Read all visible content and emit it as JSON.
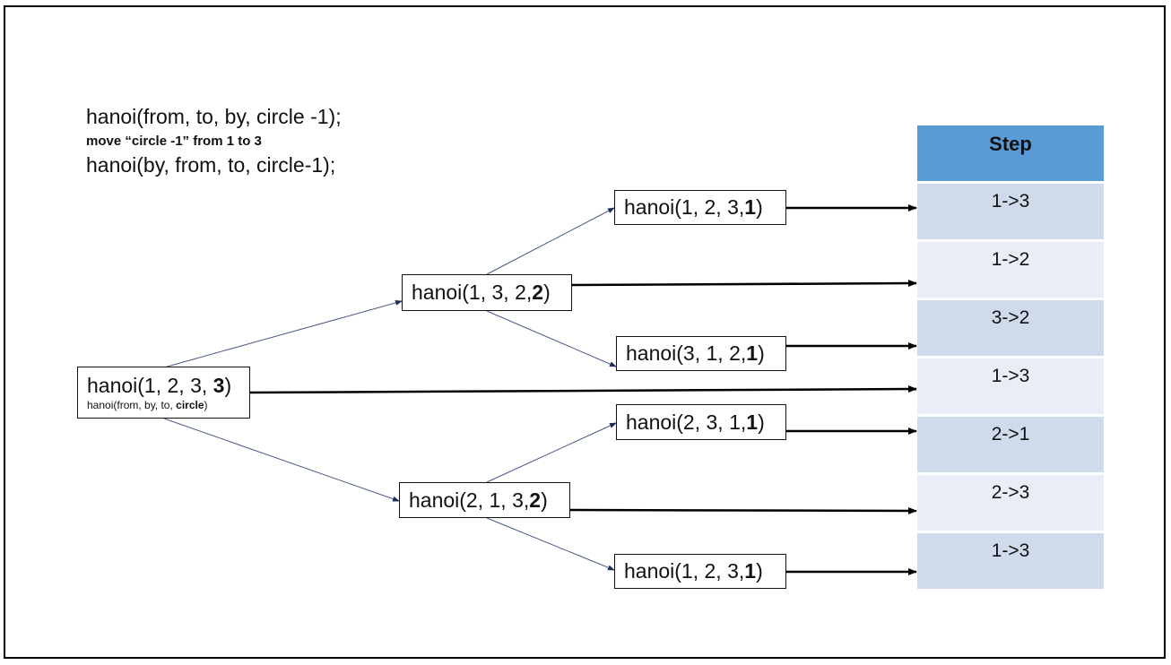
{
  "pseudocode": {
    "line1": "hanoi(from, to, by, circle -1);",
    "line2": "move “circle -1” from 1 to 3",
    "line3": "hanoi(by, from, to, circle-1);"
  },
  "root": {
    "call_prefix": "hanoi(1, 2, 3, ",
    "call_n": "3",
    "call_suffix": ")",
    "signature_prefix": "hanoi(from, by, to, ",
    "signature_bold": "circle",
    "signature_suffix": ")"
  },
  "level2": [
    {
      "prefix": "hanoi(1, 3, 2, ",
      "n": "2",
      "suffix": ")"
    },
    {
      "prefix": "hanoi(2, 1, 3, ",
      "n": "2",
      "suffix": ")"
    }
  ],
  "level3": [
    {
      "prefix": "hanoi(1, 2, 3, ",
      "n": "1",
      "suffix": ")"
    },
    {
      "prefix": "hanoi(3, 1, 2, ",
      "n": "1",
      "suffix": ")"
    },
    {
      "prefix": "hanoi(2, 3, 1, ",
      "n": "1",
      "suffix": ")"
    },
    {
      "prefix": "hanoi(1, 2, 3, ",
      "n": "1",
      "suffix": ")"
    }
  ],
  "table": {
    "header": "Step",
    "steps": [
      "1->3",
      "1->2",
      "3->2",
      "1->3",
      "2->1",
      "2->3",
      "1->3"
    ],
    "header_color": "#5b9bd5",
    "row_color_dark": "#cfdaeb",
    "row_color_light": "#e9eef6"
  },
  "colors": {
    "tree_edge": "#4a5a85",
    "step_arrow": "#000000"
  }
}
